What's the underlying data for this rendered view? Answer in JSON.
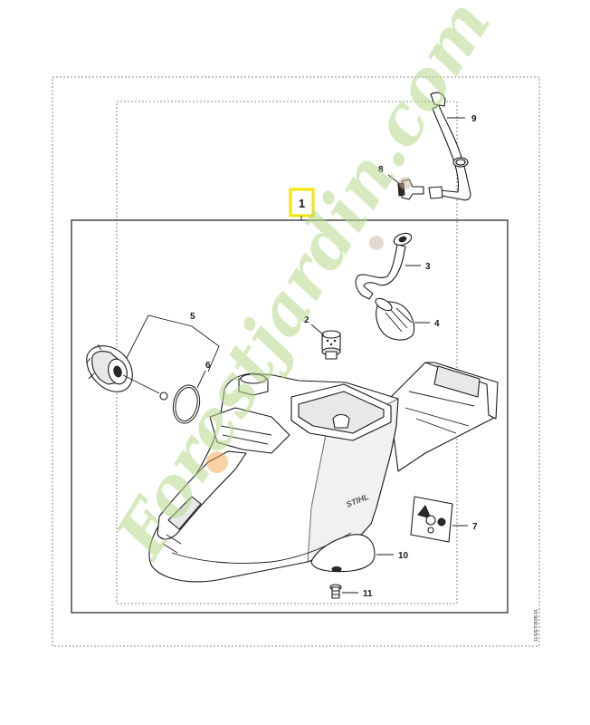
{
  "diagram": {
    "doc_ref": "1142ET093B-01",
    "watermark": {
      "text": "Forestjardin.com",
      "color_green": "#b8d88a",
      "color_orange": "#f2a54a",
      "color_brown": "#c9b49a"
    },
    "highlight_color": "#f5e400",
    "brand_mark": "STIHL",
    "callouts": [
      {
        "label": "1"
      },
      {
        "label": "2"
      },
      {
        "label": "3"
      },
      {
        "label": "4"
      },
      {
        "label": "5"
      },
      {
        "label": "6"
      },
      {
        "label": "7"
      },
      {
        "label": "8"
      },
      {
        "label": "9"
      },
      {
        "label": "10"
      },
      {
        "label": "11"
      }
    ]
  }
}
